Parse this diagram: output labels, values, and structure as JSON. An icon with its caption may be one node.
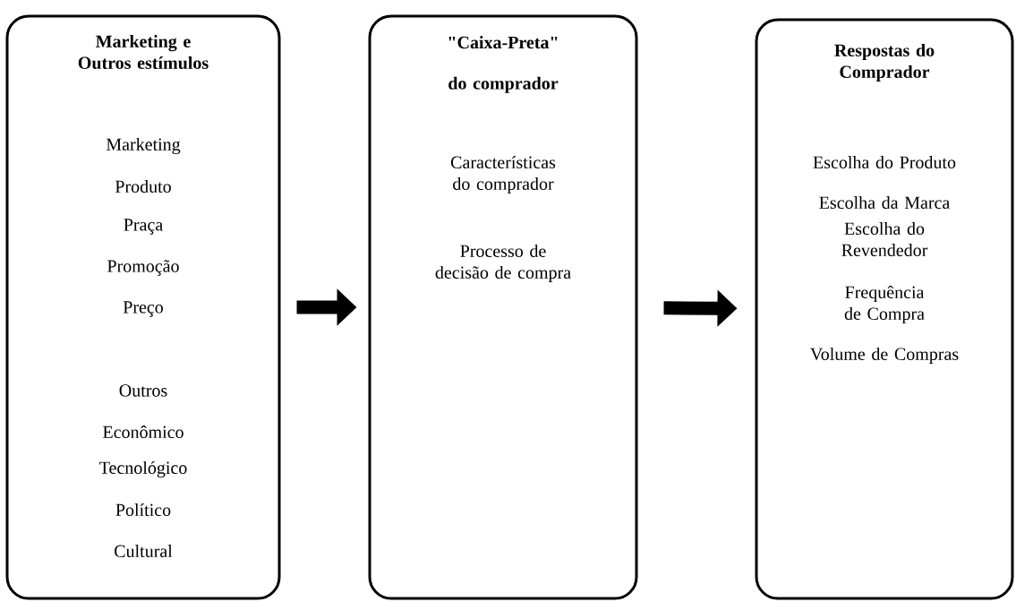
{
  "diagram": {
    "nodes": [
      {
        "text": [
          "Marketing e Outros estímulos",
          "Marketing",
          "Produto",
          "Praça",
          "Promoção",
          "Preço",
          "Outros",
          "Econômico",
          "Tecnológico",
          "Político",
          "Cultural"
        ]
      },
      {
        "text": [
          "\"Caixa-Preta\" do comprador",
          "Características do comprador",
          "Processo de decisão de compra"
        ]
      },
      {
        "text": [
          "Respostas do Comprador",
          "Escolha do Produto",
          "Escolha da Marca",
          "Escolha do Revendedor",
          "Frequência de Compra",
          "Volume de Compras"
        ]
      }
    ],
    "edges": [
      {
        "from": 0,
        "to": 1,
        "arrow": "to"
      },
      {
        "from": 1,
        "to": 2,
        "arrow": "to"
      }
    ]
  }
}
